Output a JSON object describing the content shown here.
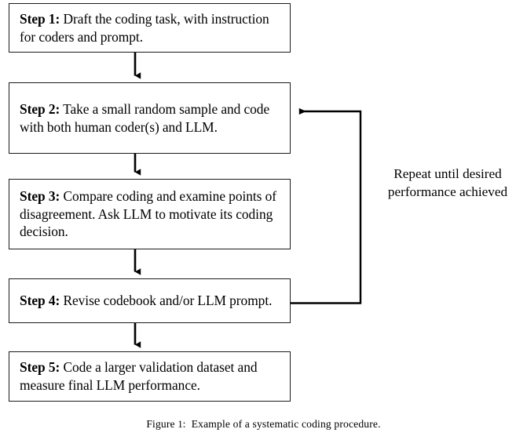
{
  "figure": {
    "caption_prefix": "Figure",
    "caption_number": "1",
    "caption_separator": ":",
    "caption_text": "Example of a systematic coding procedure.",
    "caption_full": "Figure 1: Example of a systematic coding procedure."
  },
  "colors": {
    "box_border": "#1a1a1a",
    "box_fill": "#ffffff",
    "connector": "#000000",
    "text": "#000000",
    "page_background": "#ffffff"
  },
  "flow": {
    "steps": [
      {
        "id": "step-1",
        "label": "Step 1:",
        "text": " Draft the coding task, with instruction for coders and prompt."
      },
      {
        "id": "step-2",
        "label": "Step 2:",
        "text": " Take a small random sample and code with both human coder(s) and LLM."
      },
      {
        "id": "step-3",
        "label": "Step 3:",
        "text": " Compare coding and examine points of disagreement. Ask LLM to motivate its coding decision."
      },
      {
        "id": "step-4",
        "label": "Step 4:",
        "text": " Revise codebook and/or LLM prompt."
      },
      {
        "id": "step-5",
        "label": "Step 5:",
        "text": " Code a larger validation dataset and measure final LLM performance."
      }
    ],
    "connectors": [
      {
        "id": "arrow-step1-to-step2",
        "from": "step-1",
        "to": "step-2",
        "kind": "down-arrow"
      },
      {
        "id": "arrow-step2-to-step3",
        "from": "step-2",
        "to": "step-3",
        "kind": "down-arrow"
      },
      {
        "id": "arrow-step3-to-step4",
        "from": "step-3",
        "to": "step-4",
        "kind": "down-arrow"
      },
      {
        "id": "arrow-step4-to-step5",
        "from": "step-4",
        "to": "step-5",
        "kind": "down-arrow"
      },
      {
        "id": "feedback-loop-step4-to-step2",
        "from": "step-4",
        "to": "step-2",
        "kind": "right-up-left-arrow"
      }
    ],
    "loop_label": {
      "line_1": "Repeat until desired",
      "line_2": "performance achieved"
    }
  }
}
